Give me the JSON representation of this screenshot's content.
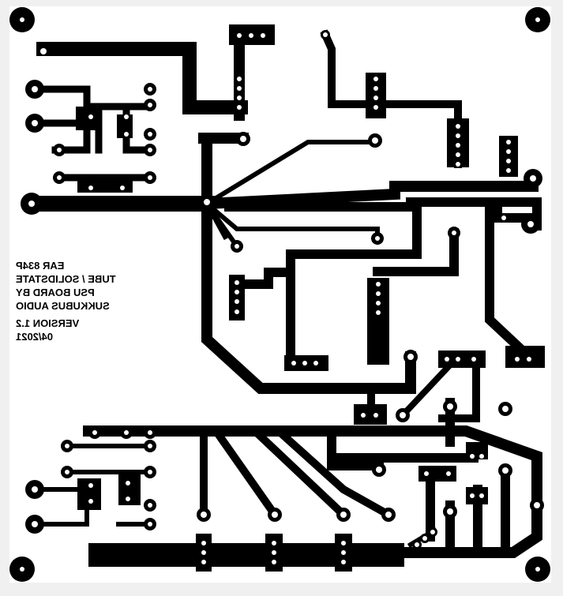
{
  "board": {
    "background": "#ffffff",
    "copper_color": "#000000",
    "frame_color": "#f0f0f0"
  },
  "silkscreen": {
    "line1": "EAR 834P",
    "line2": "TUBE / SOLIDSTATE",
    "line3": "PSU BOARD BY",
    "line4": "SUKKUBUS AUDIO",
    "line5": "VERSION 1.2",
    "line6": "04/2021"
  }
}
